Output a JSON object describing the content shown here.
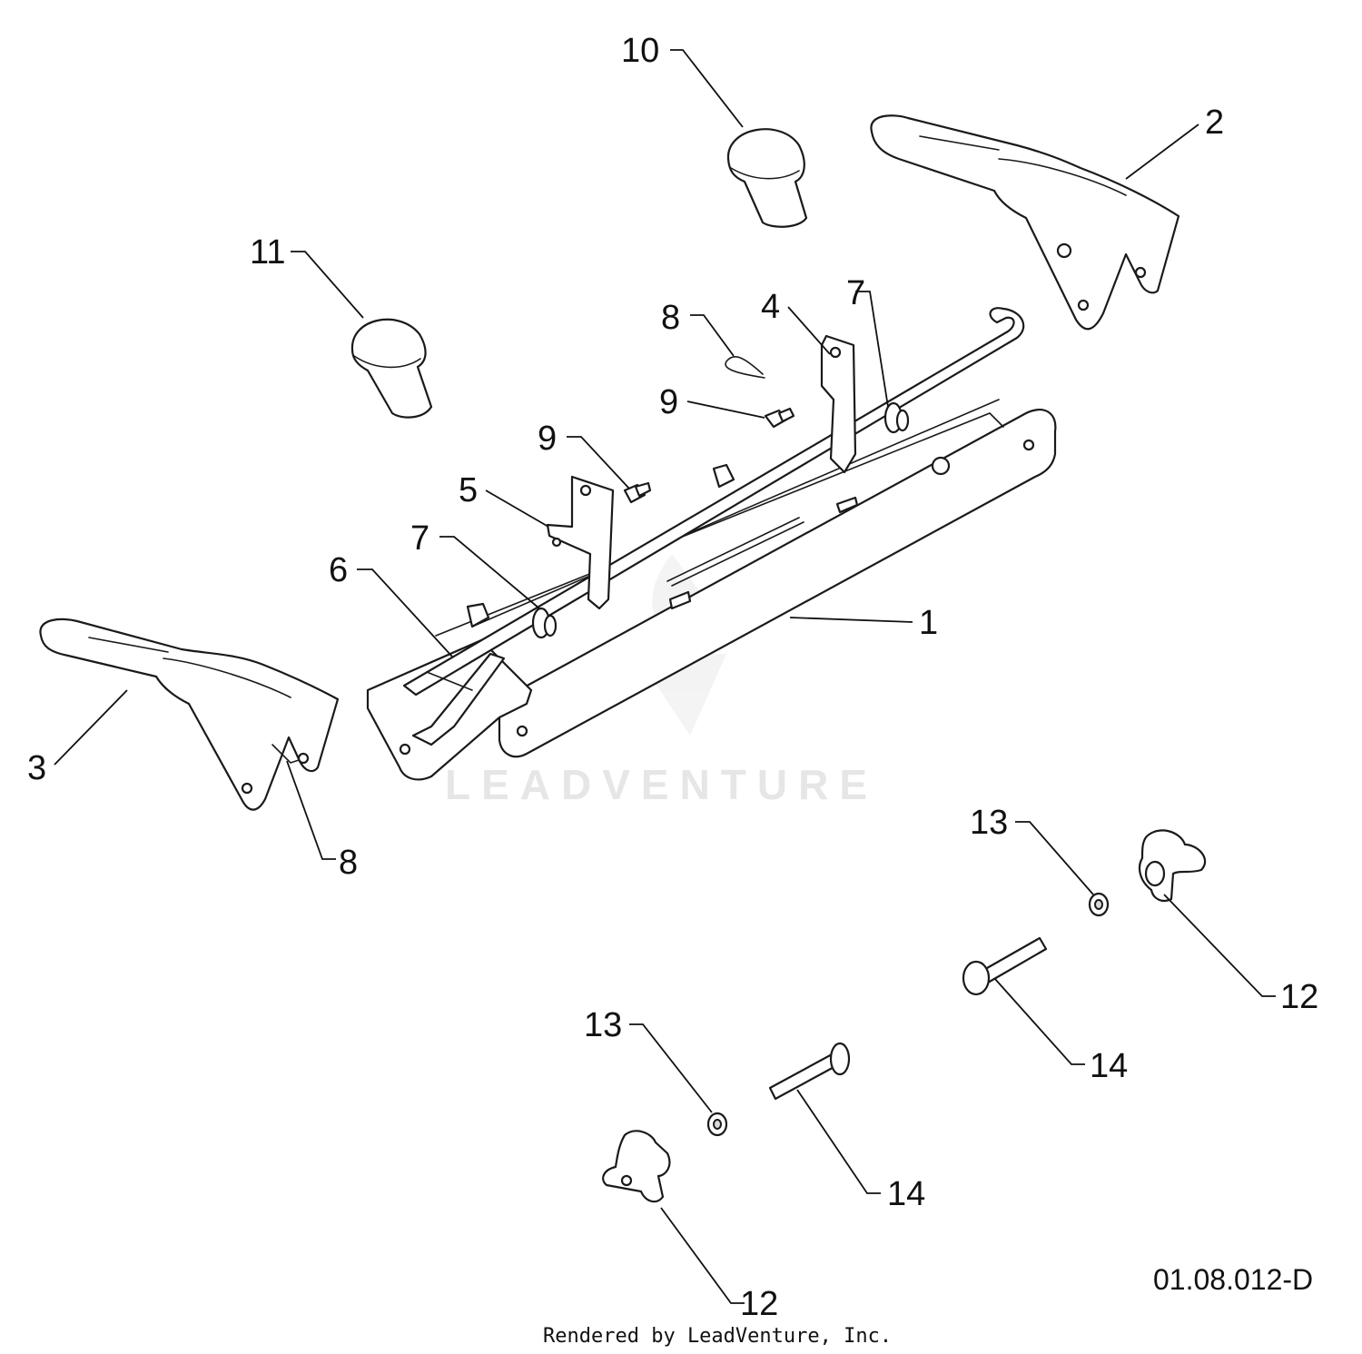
{
  "diagram": {
    "callouts": [
      "1",
      "2",
      "3",
      "4",
      "5",
      "6",
      "7",
      "7",
      "8",
      "8",
      "9",
      "9",
      "10",
      "11",
      "12",
      "12",
      "13",
      "13",
      "14",
      "14"
    ],
    "drawing_code": "01.08.012-D",
    "credit": "Rendered by LeadVenture, Inc.",
    "watermark": "LEADVENTURE",
    "line_color": "#1a1a1a"
  }
}
